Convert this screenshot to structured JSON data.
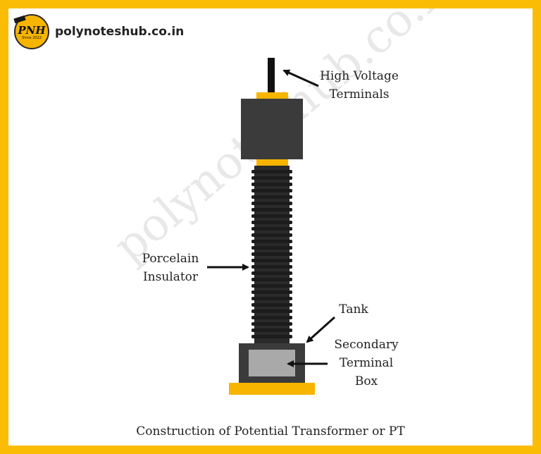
{
  "brand": {
    "site": "polynoteshub.co.in",
    "logo_text": "PNH",
    "logo_since": "Since 2022"
  },
  "watermark": "polynoteshub.co.in",
  "labels": {
    "hv_line1": "High Voltage",
    "hv_line2": "Terminals",
    "ins_line1": "Porcelain",
    "ins_line2": "Insulator",
    "tank": "Tank",
    "stb_line1": "Secondary",
    "stb_line2": "Terminal",
    "stb_line3": "Box"
  },
  "caption": "Construction of Potential Transformer or PT",
  "colors": {
    "border": "#fbbc05",
    "accent": "#f7b500",
    "body": "#3b3b3b",
    "insulator": "#2a2a2a",
    "box": "#a9a9a9"
  }
}
